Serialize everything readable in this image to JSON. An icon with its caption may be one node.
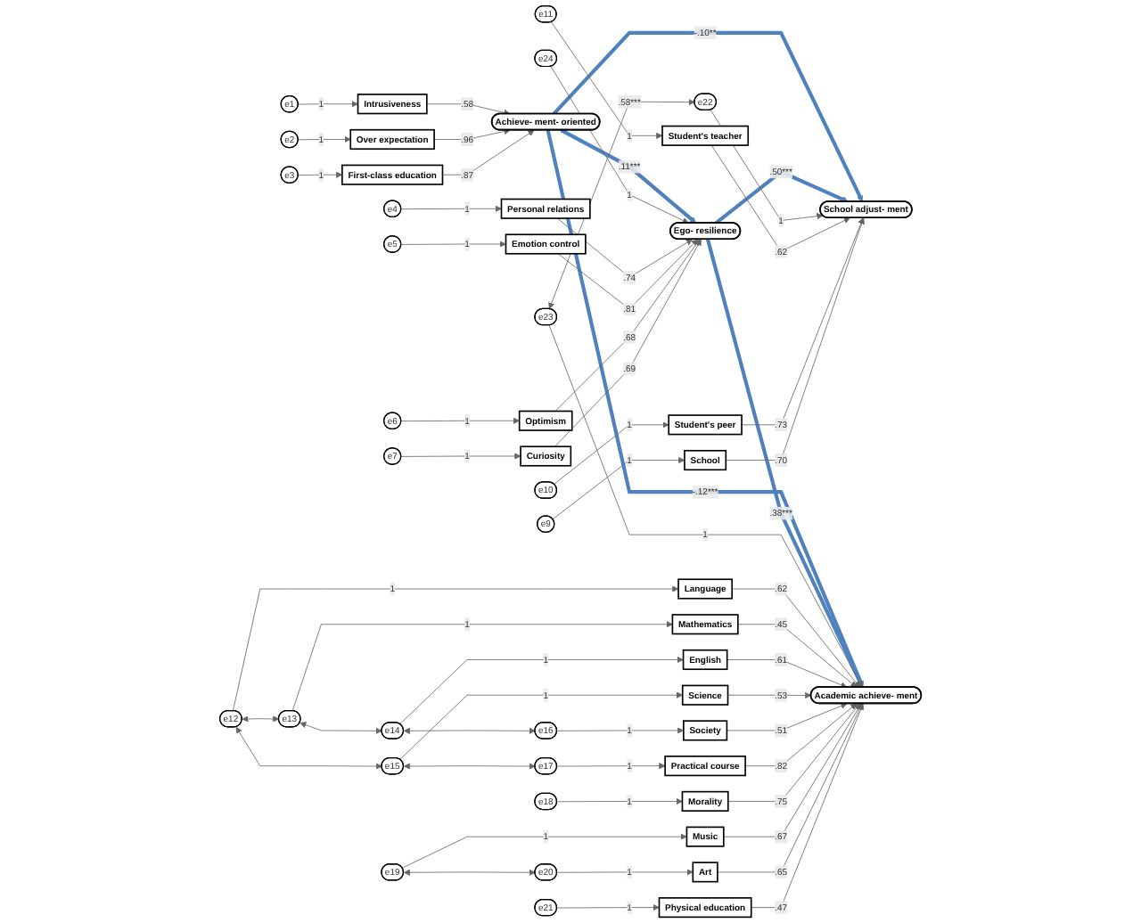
{
  "diagram": {
    "nodes": [
      {
        "text": [
          "e1"
        ]
      },
      {
        "text": [
          "Intrusiveness"
        ]
      },
      {
        "text": [
          "e2"
        ]
      },
      {
        "text": [
          "Over expectation"
        ]
      },
      {
        "text": [
          "e3"
        ]
      },
      {
        "text": [
          "First-class education"
        ]
      },
      {
        "text": [
          "Achieve- ment- oriented"
        ]
      },
      {
        "text": [
          "e24"
        ]
      },
      {
        "text": [
          "Ego- resilience"
        ]
      },
      {
        "text": [
          "Personal relations"
        ]
      },
      {
        "text": [
          "e4"
        ]
      },
      {
        "text": [
          "Emotion control"
        ]
      },
      {
        "text": [
          "e5"
        ]
      },
      {
        "text": [
          "Optimism"
        ]
      },
      {
        "text": [
          "e6"
        ]
      },
      {
        "text": [
          "Curiosity"
        ]
      },
      {
        "text": [
          "e7"
        ]
      },
      {
        "text": [
          "Academic achieve- ment"
        ]
      },
      {
        "text": [
          "e23"
        ]
      },
      {
        "text": [
          "Language"
        ]
      },
      {
        "text": [
          "e12"
        ]
      },
      {
        "text": [
          "Mathematics"
        ]
      },
      {
        "text": [
          "e13"
        ]
      },
      {
        "text": [
          "English"
        ]
      },
      {
        "text": [
          "e14"
        ]
      },
      {
        "text": [
          "Science"
        ]
      },
      {
        "text": [
          "e15"
        ]
      },
      {
        "text": [
          "Society"
        ]
      },
      {
        "text": [
          "e16"
        ]
      },
      {
        "text": [
          "Practical course"
        ]
      },
      {
        "text": [
          "e17"
        ]
      },
      {
        "text": [
          "Morality"
        ]
      },
      {
        "text": [
          "e18"
        ]
      },
      {
        "text": [
          "Music"
        ]
      },
      {
        "text": [
          "e19"
        ]
      },
      {
        "text": [
          "Art"
        ]
      },
      {
        "text": [
          "e20"
        ]
      },
      {
        "text": [
          "Physical education"
        ]
      },
      {
        "text": [
          "e21"
        ]
      },
      {
        "text": [
          "e22"
        ]
      },
      {
        "text": [
          "School adjust- ment"
        ]
      },
      {
        "text": [
          "Student's teacher"
        ]
      },
      {
        "text": [
          "e11"
        ]
      },
      {
        "text": [
          "Student's peer"
        ]
      },
      {
        "text": [
          "e10"
        ]
      },
      {
        "text": [
          "School"
        ]
      },
      {
        "text": [
          "e9"
        ]
      }
    ],
    "edges": [
      {
        "from": 0,
        "to": 1,
        "arrow": "to",
        "label": "1"
      },
      {
        "from": 2,
        "to": 3,
        "arrow": "to",
        "label": "1"
      },
      {
        "from": 4,
        "to": 5,
        "arrow": "to",
        "label": "1"
      },
      {
        "from": 1,
        "to": 6,
        "arrow": "to",
        "label": ".58"
      },
      {
        "from": 3,
        "to": 6,
        "arrow": "to",
        "label": ".96"
      },
      {
        "from": 5,
        "to": 6,
        "arrow": "to",
        "label": ".87"
      },
      {
        "from": 6,
        "to": 17,
        "arrow": "to",
        "label": "-.12***",
        "style": "thick",
        "color": "#4f81bd"
      },
      {
        "from": 6,
        "to": 8,
        "arrow": "to",
        "label": ".11***",
        "style": "thick",
        "color": "#4f81bd"
      },
      {
        "from": 6,
        "to": 40,
        "arrow": "to",
        "label": "-.10**",
        "style": "thick",
        "color": "#4f81bd"
      },
      {
        "from": 7,
        "to": 8,
        "arrow": "to",
        "label": "1"
      },
      {
        "from": 8,
        "to": 17,
        "arrow": "to",
        "label": ".38***",
        "style": "thick",
        "color": "#4f81bd"
      },
      {
        "from": 8,
        "to": 40,
        "arrow": "to",
        "label": ".50***",
        "style": "thick",
        "color": "#4f81bd"
      },
      {
        "from": 9,
        "to": 8,
        "arrow": "to",
        "label": ".74"
      },
      {
        "from": 11,
        "to": 8,
        "arrow": "to",
        "label": ".81"
      },
      {
        "from": 13,
        "to": 8,
        "arrow": "to",
        "label": ".68"
      },
      {
        "from": 15,
        "to": 8,
        "arrow": "to",
        "label": ".69"
      },
      {
        "from": 10,
        "to": 9,
        "arrow": "to",
        "label": "1"
      },
      {
        "from": 12,
        "to": 11,
        "arrow": "to",
        "label": "1"
      },
      {
        "from": 14,
        "to": 13,
        "arrow": "to",
        "label": "1"
      },
      {
        "from": 16,
        "to": 15,
        "arrow": "to",
        "label": "1"
      },
      {
        "from": 18,
        "to": 17,
        "arrow": "to",
        "label": "1"
      },
      {
        "from": 19,
        "to": 17,
        "arrow": "to",
        "label": ".62"
      },
      {
        "from": 21,
        "to": 17,
        "arrow": "to",
        "label": ".45"
      },
      {
        "from": 23,
        "to": 17,
        "arrow": "to",
        "label": ".61"
      },
      {
        "from": 25,
        "to": 17,
        "arrow": "to",
        "label": ".53"
      },
      {
        "from": 27,
        "to": 17,
        "arrow": "to",
        "label": ".51"
      },
      {
        "from": 29,
        "to": 17,
        "arrow": "to",
        "label": ".82"
      },
      {
        "from": 31,
        "to": 17,
        "arrow": "to",
        "label": ".75"
      },
      {
        "from": 33,
        "to": 17,
        "arrow": "to",
        "label": ".67"
      },
      {
        "from": 35,
        "to": 17,
        "arrow": "to",
        "label": ".65"
      },
      {
        "from": 37,
        "to": 17,
        "arrow": "to",
        "label": ".47"
      },
      {
        "from": 20,
        "to": 19,
        "arrow": "to",
        "label": "1"
      },
      {
        "from": 22,
        "to": 21,
        "arrow": "to",
        "label": "1"
      },
      {
        "from": 24,
        "to": 23,
        "arrow": "to",
        "label": "1"
      },
      {
        "from": 26,
        "to": 25,
        "arrow": "to",
        "label": "1"
      },
      {
        "from": 28,
        "to": 27,
        "arrow": "to",
        "label": "1"
      },
      {
        "from": 30,
        "to": 29,
        "arrow": "to",
        "label": "1"
      },
      {
        "from": 32,
        "to": 31,
        "arrow": "to",
        "label": "1"
      },
      {
        "from": 34,
        "to": 33,
        "arrow": "to",
        "label": "1"
      },
      {
        "from": 36,
        "to": 35,
        "arrow": "to",
        "label": "1"
      },
      {
        "from": 38,
        "to": 37,
        "arrow": "to",
        "label": "1"
      },
      {
        "from": 20,
        "to": 22,
        "arrow": "both"
      },
      {
        "from": 20,
        "to": 26,
        "arrow": "both"
      },
      {
        "from": 22,
        "to": 24,
        "arrow": "both"
      },
      {
        "from": 24,
        "to": 28,
        "arrow": "both"
      },
      {
        "from": 26,
        "to": 30,
        "arrow": "both"
      },
      {
        "from": 34,
        "to": 36,
        "arrow": "both"
      },
      {
        "from": 18,
        "to": 39,
        "arrow": "both",
        "label": ".58***"
      },
      {
        "from": 39,
        "to": 40,
        "arrow": "to",
        "label": "1"
      },
      {
        "from": 41,
        "to": 40,
        "arrow": "to",
        "label": ".62"
      },
      {
        "from": 43,
        "to": 40,
        "arrow": "to",
        "label": ".73"
      },
      {
        "from": 45,
        "to": 40,
        "arrow": "to",
        "label": ".70"
      },
      {
        "from": 42,
        "to": 41,
        "arrow": "to",
        "label": "1"
      },
      {
        "from": 44,
        "to": 43,
        "arrow": "to",
        "label": "1"
      },
      {
        "from": 46,
        "to": 45,
        "arrow": "to",
        "label": "1"
      }
    ]
  }
}
